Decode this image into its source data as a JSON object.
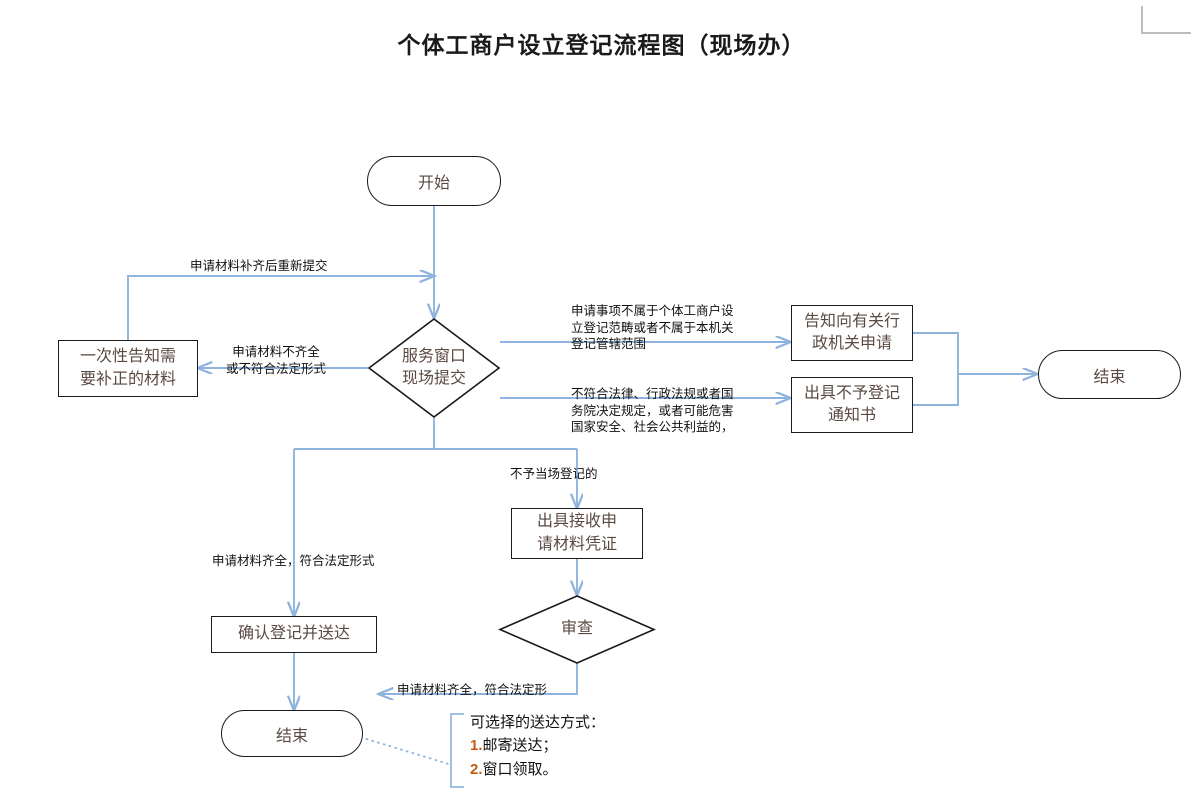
{
  "title": "个体工商户设立登记流程图（现场办）",
  "theme": {
    "connector_color": "#8eb4dd",
    "node_border_color": "#1a1a1a",
    "node_text_color": "#5a4a42",
    "label_text_color": "#111111",
    "note_number_color": "#c55a11",
    "background": "#ffffff"
  },
  "nodes": {
    "start": {
      "label": "开始",
      "shape": "stadium"
    },
    "service_window": {
      "label": "服务窗口\n现场提交",
      "shape": "diamond"
    },
    "one_time_notice": {
      "label": "一次性告知需\n要补正的材料",
      "shape": "rectangle"
    },
    "notify_other_agency": {
      "label": "告知向有关行\n政机关申请",
      "shape": "rectangle"
    },
    "refusal_notice": {
      "label": "出具不予登记\n通知书",
      "shape": "rectangle"
    },
    "end_right": {
      "label": "结束",
      "shape": "stadium"
    },
    "receipt_voucher": {
      "label": "出具接收申\n请材料凭证",
      "shape": "rectangle"
    },
    "review": {
      "label": "审查",
      "shape": "diamond"
    },
    "confirm_registration": {
      "label": "确认登记并送达",
      "shape": "rectangle"
    },
    "end_bottom": {
      "label": "结束",
      "shape": "stadium"
    }
  },
  "edge_labels": {
    "resubmit": "申请材料补齐后重新提交",
    "incomplete": "申请材料不齐全\n或不符合法定形式",
    "out_of_scope": "申请事项不属于个体工商户设\n立登记范畴或者不属于本机关\n登记管辖范围",
    "illegal": "不符合法律、行政法规或者国\n务院决定规定，或者可能危害\n国家安全、社会公共利益的，",
    "complete_from_window": "申请材料齐全，符合法定形式",
    "not_on_site": "不予当场登记的",
    "complete_from_review": "申请材料齐全，符合法定形"
  },
  "note": {
    "heading": "可选择的送达方式：",
    "items": [
      {
        "num": "1.",
        "text": "邮寄送达；"
      },
      {
        "num": "2.",
        "text": "窗口领取。"
      }
    ]
  }
}
